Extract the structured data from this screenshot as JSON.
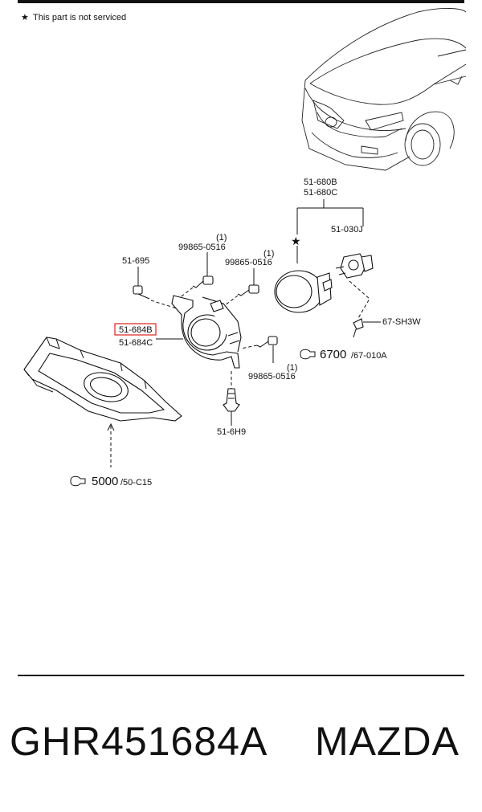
{
  "note": "This part is not serviced",
  "note_symbol": "★",
  "labels": {
    "group_b": "51-680B",
    "group_c": "51-680C",
    "bulb": "51-030J",
    "screw_left": "51-695",
    "bolt_1": "99865-0516",
    "bolt_1_qty": "(1)",
    "bolt_2": "99865-0516",
    "bolt_2_qty": "(1)",
    "bolt_3": "99865-0516",
    "bolt_3_qty": "(1)",
    "bracket_b": "51-684B",
    "bracket_c": "51-684C",
    "socket": "67-SH3W",
    "ref_6700_num": "6700",
    "ref_6700_sub": "/67-010A",
    "clip": "51-6H9",
    "ref_5000_num": "5000",
    "ref_5000_sub": "/50-C15"
  },
  "highlight_color": "#e03030",
  "footer": {
    "part_number": "GHR451684A",
    "brand": "MAZDA"
  }
}
